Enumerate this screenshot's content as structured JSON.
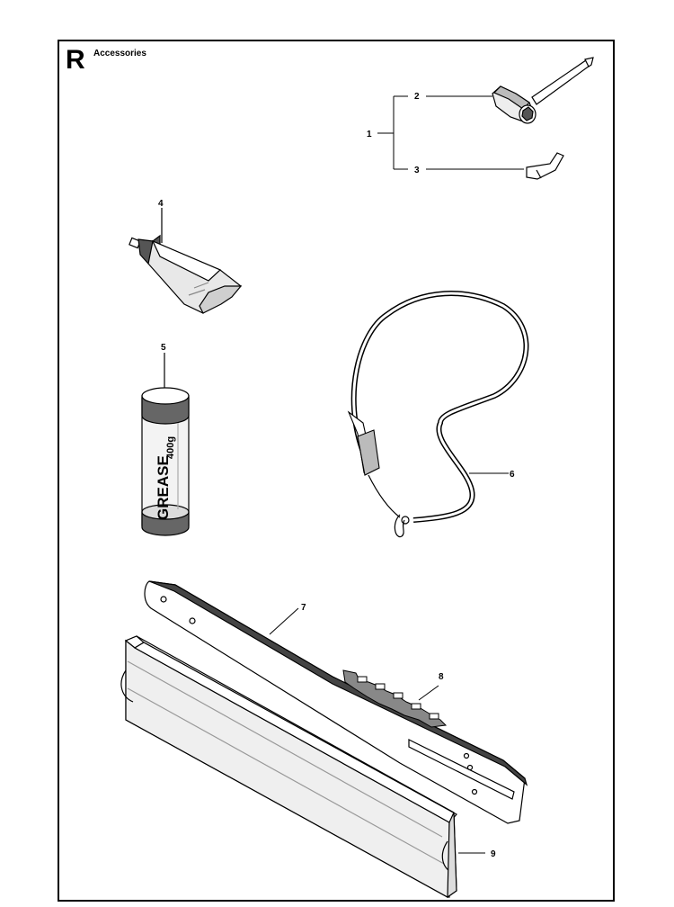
{
  "section": {
    "letter": "R",
    "title": "Accessories"
  },
  "callouts": [
    {
      "id": "1",
      "label": "1"
    },
    {
      "id": "2",
      "label": "2"
    },
    {
      "id": "3",
      "label": "3"
    },
    {
      "id": "4",
      "label": "4"
    },
    {
      "id": "5",
      "label": "5"
    },
    {
      "id": "6",
      "label": "6"
    },
    {
      "id": "7",
      "label": "7"
    },
    {
      "id": "8",
      "label": "8"
    },
    {
      "id": "9",
      "label": "9"
    }
  ],
  "grease_tube": {
    "brand": "GREASE",
    "weight": "400g"
  },
  "icons": [
    "combination-spanner-icon",
    "hex-key-icon",
    "grease-tube-icon",
    "grease-cartridge-icon",
    "harness-strap-icon",
    "guide-bar-icon",
    "saw-chain-icon",
    "bar-cover-icon"
  ]
}
